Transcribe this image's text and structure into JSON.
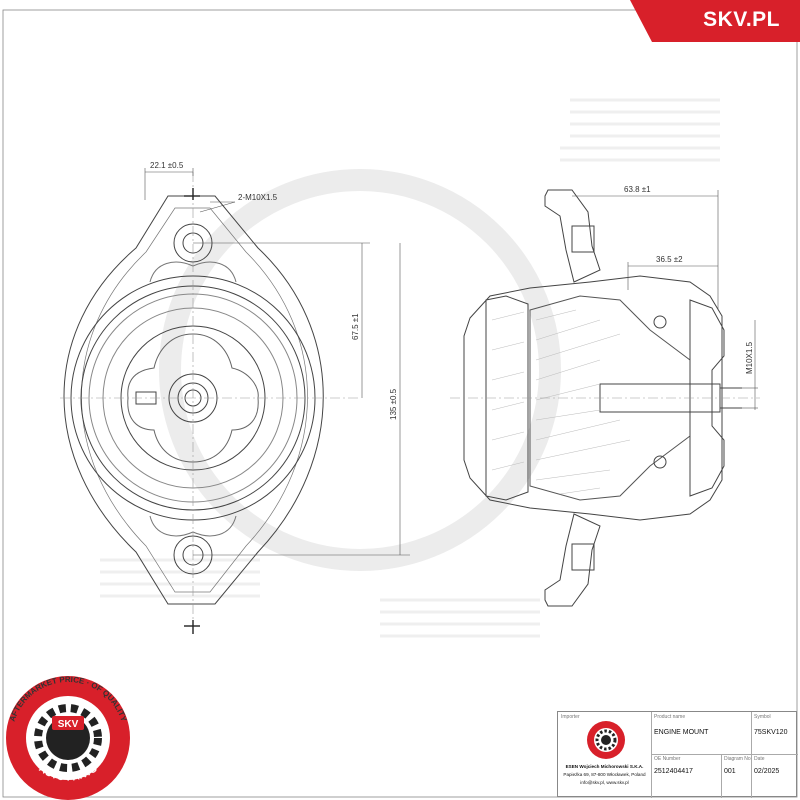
{
  "brand": {
    "site": "SKV.PL",
    "stamp_ring": "AFTERMARKET PRICE · OF QUALITY",
    "stamp_center": "SKV",
    "stamp_bottom": "AUTO PARTS",
    "color_red": "#d8202a"
  },
  "dimensions": {
    "front_top_offset": "22.1 ±0.5",
    "thread_callout": "2-M10X1.5",
    "center_to_hole": "67.5 ±1",
    "hole_spacing": "135 ±0.5",
    "side_height_top": "63.8 ±1",
    "side_height_mid": "36.5 ±2",
    "side_thread": "M10X1.5"
  },
  "title_block": {
    "importer_label": "Importer",
    "importer_name": "ESEN Wojciech Michorowski S.K.A.",
    "importer_addr1": "Papieżka 69, 87-800 Włocławek, Poland",
    "importer_addr2": "info@skv.pl, www.skv.pl",
    "product_name_label": "Product name",
    "product_name": "ENGINE MOUNT",
    "symbol_label": "Symbol",
    "symbol": "75SKV120",
    "oe_label": "OE Number",
    "oe_number": "2512404417",
    "diagram_label": "Diagram No",
    "diagram_no": "001",
    "date_label": "Date",
    "date": "02/2025"
  }
}
